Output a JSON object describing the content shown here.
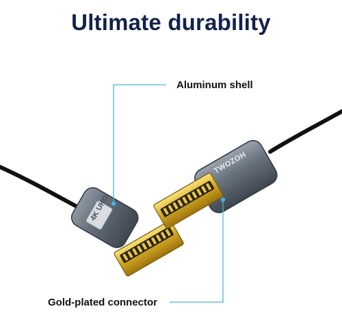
{
  "title": "Ultimate durability",
  "callouts": {
    "top": "Aluminum shell",
    "bottom": "Gold-plated connector"
  },
  "left_connector": {
    "logo_text": "4K UHD",
    "shell_color": "#5f6b78"
  },
  "right_connector": {
    "brand_text": "TWOZOH",
    "shell_color": "#5f6b78"
  },
  "colors": {
    "title": "#13224a",
    "callout_line": "#47b2df",
    "gold": "#d4a826",
    "cable": "#111111"
  }
}
